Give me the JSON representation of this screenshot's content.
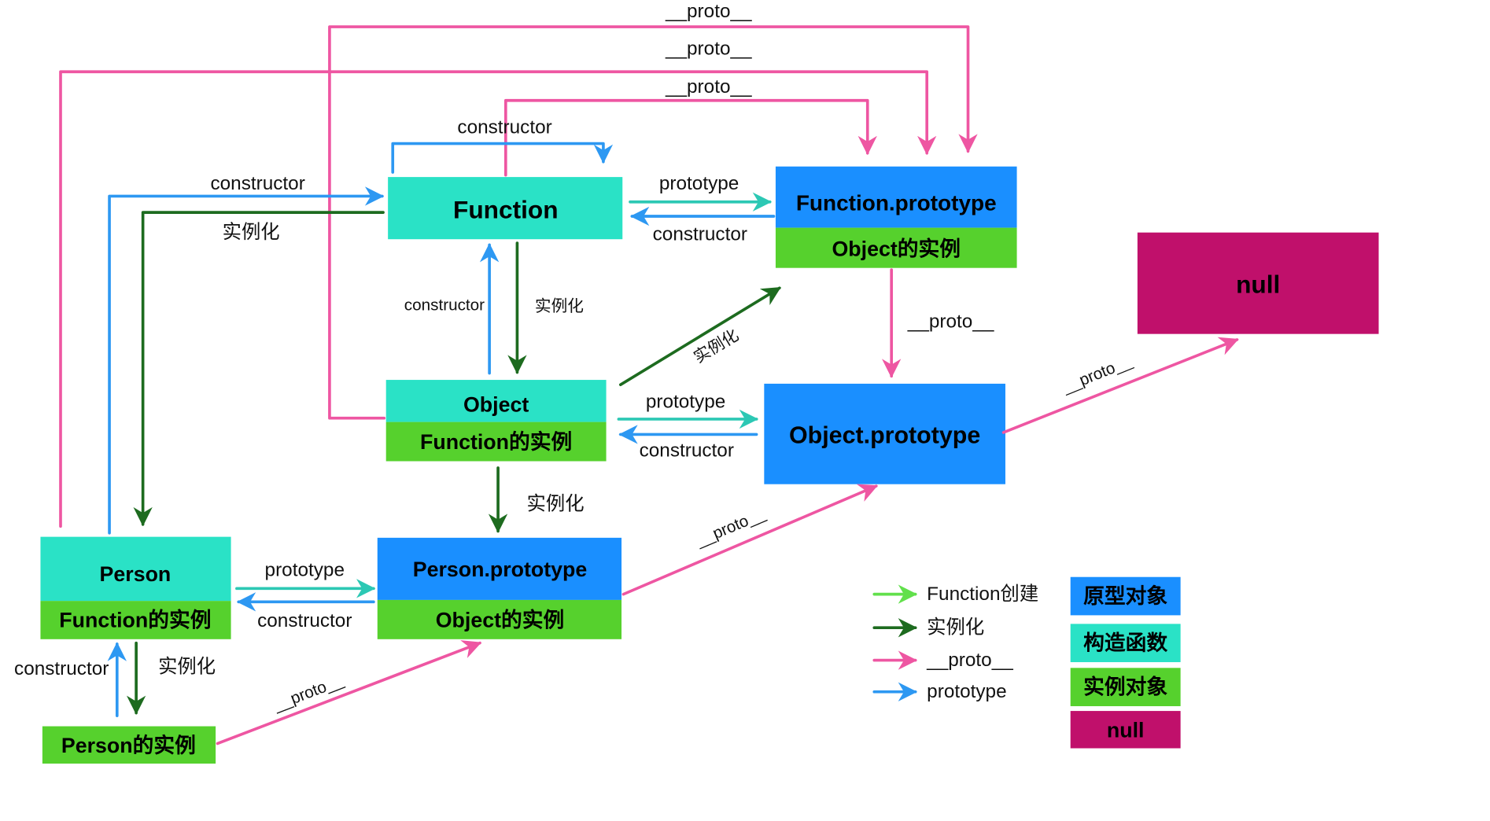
{
  "colors": {
    "prototype_object": "#1a8fff",
    "constructor_function": "#2ae2c6",
    "instance_object": "#56d12d",
    "null_value": "#c0106b",
    "arrow_function_created": "#62e04c",
    "arrow_instantiate": "#1d6b1f",
    "arrow_proto": "#ee56a2",
    "arrow_prototype": "#2d98f2",
    "arrow_prototype_link": "#2cc8b4"
  },
  "nodes": {
    "function": {
      "title": "Function"
    },
    "function_prototype": {
      "title": "Function.prototype",
      "subtitle": "Object的实例"
    },
    "null_value": {
      "title": "null"
    },
    "object": {
      "title": "Object",
      "subtitle": "Function的实例"
    },
    "object_prototype": {
      "title": "Object.prototype"
    },
    "person": {
      "title": "Person",
      "subtitle": "Function的实例"
    },
    "person_prototype": {
      "title": "Person.prototype",
      "subtitle": "Object的实例"
    },
    "person_instance": {
      "title": "Person的实例"
    }
  },
  "edges": {
    "proto_object_to_function_prototype": "__proto__",
    "proto_person_to_function_prototype": "__proto__",
    "proto_function_to_function_prototype": "__proto__",
    "constructor_function_self": "constructor",
    "constructor_person_to_function": "constructor",
    "instantiate_function_to_person": "实例化",
    "prototype_function": "prototype",
    "constructor_function_prototype": "constructor",
    "constructor_object_to_function": "constructor",
    "instantiate_function_to_object": "实例化",
    "proto_function_prototype_to_object_prototype": "__proto__",
    "instantiate_object_to_function_prototype": "实例化",
    "proto_object_prototype_to_null": "__proto__",
    "prototype_object": "prototype",
    "constructor_object_prototype": "constructor",
    "instantiate_object_to_person_prototype": "实例化",
    "proto_person_prototype_to_object_prototype": "__proto__",
    "prototype_person": "prototype",
    "constructor_person_prototype": "constructor",
    "constructor_person_instance": "constructor",
    "instantiate_person_to_instance": "实例化",
    "proto_person_instance_to_person_prototype": "__proto__"
  },
  "legend": {
    "arrows": {
      "function_created": "Function创建",
      "instantiate": "实例化",
      "proto": "__proto__",
      "prototype": "prototype"
    },
    "swatches": {
      "prototype_object": "原型对象",
      "constructor_function": "构造函数",
      "instance_object": "实例对象",
      "null_value": "null"
    }
  }
}
